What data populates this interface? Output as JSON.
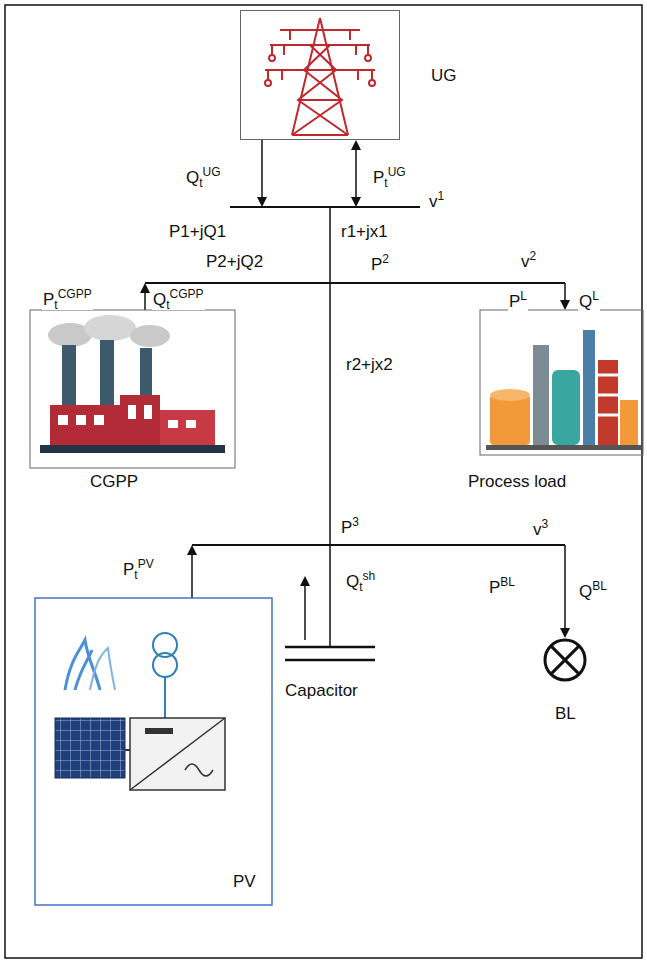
{
  "diagram": {
    "nodes": [
      {
        "text": [
          "UG"
        ]
      },
      {
        "text": [
          "CGPP"
        ]
      },
      {
        "text": [
          "Process load"
        ]
      },
      {
        "text": [
          "PV"
        ]
      },
      {
        "text": [
          "Capacitor"
        ]
      },
      {
        "text": [
          "BL"
        ]
      }
    ],
    "labels": [
      "QtUG",
      "PtUG",
      "v1",
      "P1+jQ1",
      "r1+jx1",
      "P2+jQ2",
      "P2",
      "v2",
      "PtCGPP",
      "QtCGPP",
      "PL",
      "QL",
      "r2+jx2",
      "P3",
      "PtPV",
      "Qtsh",
      "v3",
      "PBL",
      "QBL"
    ]
  }
}
